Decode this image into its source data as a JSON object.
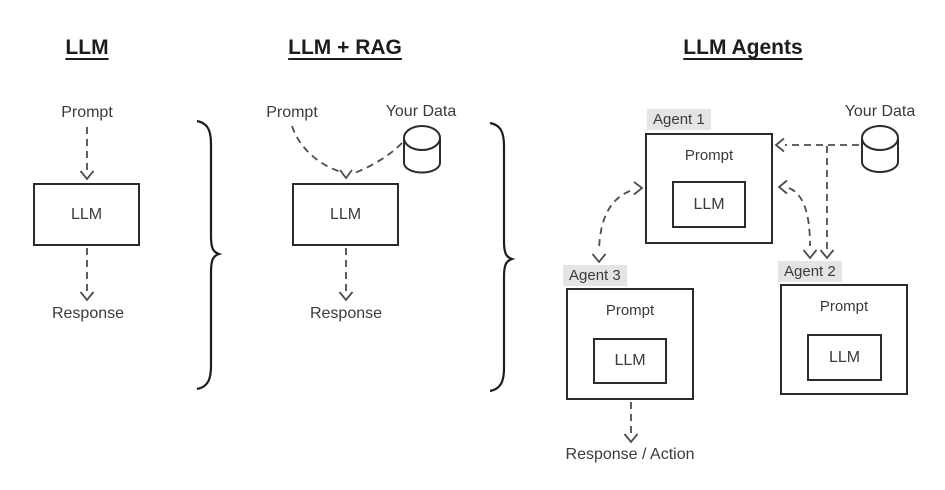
{
  "colors": {
    "background": "#ffffff",
    "line": "#4d4d4d",
    "border": "#2b2b2b",
    "text": "#3a3a3a",
    "title": "#1d1d1d",
    "label_bg": "#e4e4e4"
  },
  "sections": {
    "llm": {
      "title": "LLM",
      "input_label": "Prompt",
      "model_label": "LLM",
      "output_label": "Response"
    },
    "llm_rag": {
      "title": "LLM + RAG",
      "input_label": "Prompt",
      "data_source_label": "Your Data",
      "data_source_icon": "database-cylinder-icon",
      "model_label": "LLM",
      "output_label": "Response"
    },
    "llm_agents": {
      "title": "LLM Agents",
      "data_source_label": "Your Data",
      "data_source_icon": "database-cylinder-icon",
      "output_label": "Response / Action",
      "agents": [
        {
          "name": "Agent 1",
          "input_label": "Prompt",
          "model_label": "LLM"
        },
        {
          "name": "Agent 2",
          "input_label": "Prompt",
          "model_label": "LLM"
        },
        {
          "name": "Agent 3",
          "input_label": "Prompt",
          "model_label": "LLM"
        }
      ]
    }
  }
}
